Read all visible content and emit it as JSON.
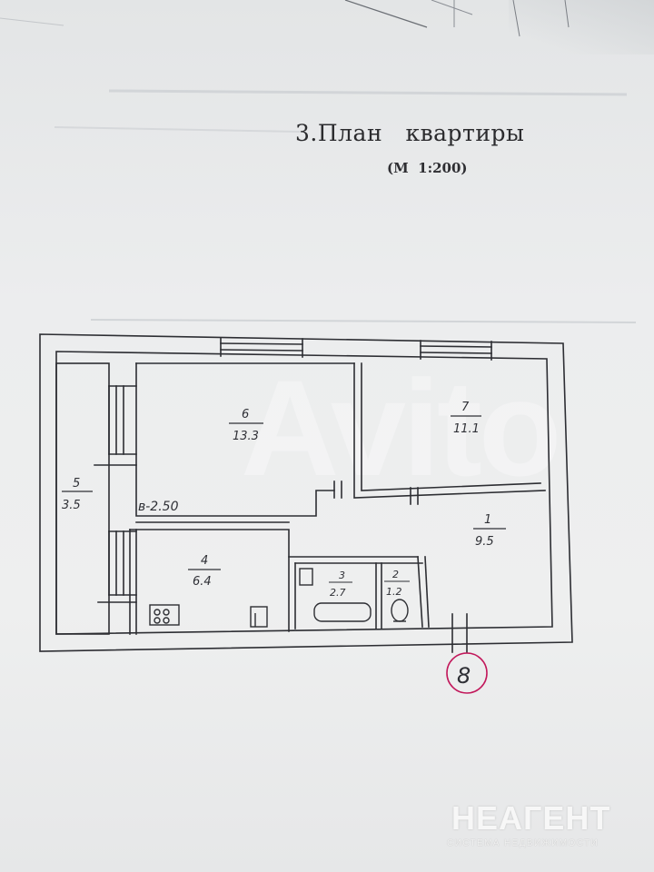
{
  "document": {
    "title": "3.План   квартиры",
    "scale": "(М  1:200)",
    "ceiling_height": "в-2.50",
    "page_marker": "8"
  },
  "rooms": [
    {
      "number": "6",
      "area": "13.3"
    },
    {
      "number": "7",
      "area": "11.1"
    },
    {
      "number": "5",
      "area": "3.5"
    },
    {
      "number": "1",
      "area": "9.5"
    },
    {
      "number": "4",
      "area": "6.4"
    },
    {
      "number": "3",
      "area": "2.7"
    },
    {
      "number": "2",
      "area": "1.2"
    }
  ],
  "watermarks": {
    "avito": "Avito",
    "brand": "НЕАГЕНТ",
    "brand_sub": "СИСТЕМА НЕДВИЖИМОСТИ"
  },
  "colors": {
    "paper": "#eceded",
    "ink": "#2d2e33",
    "marker_circle": "#c2185b"
  }
}
